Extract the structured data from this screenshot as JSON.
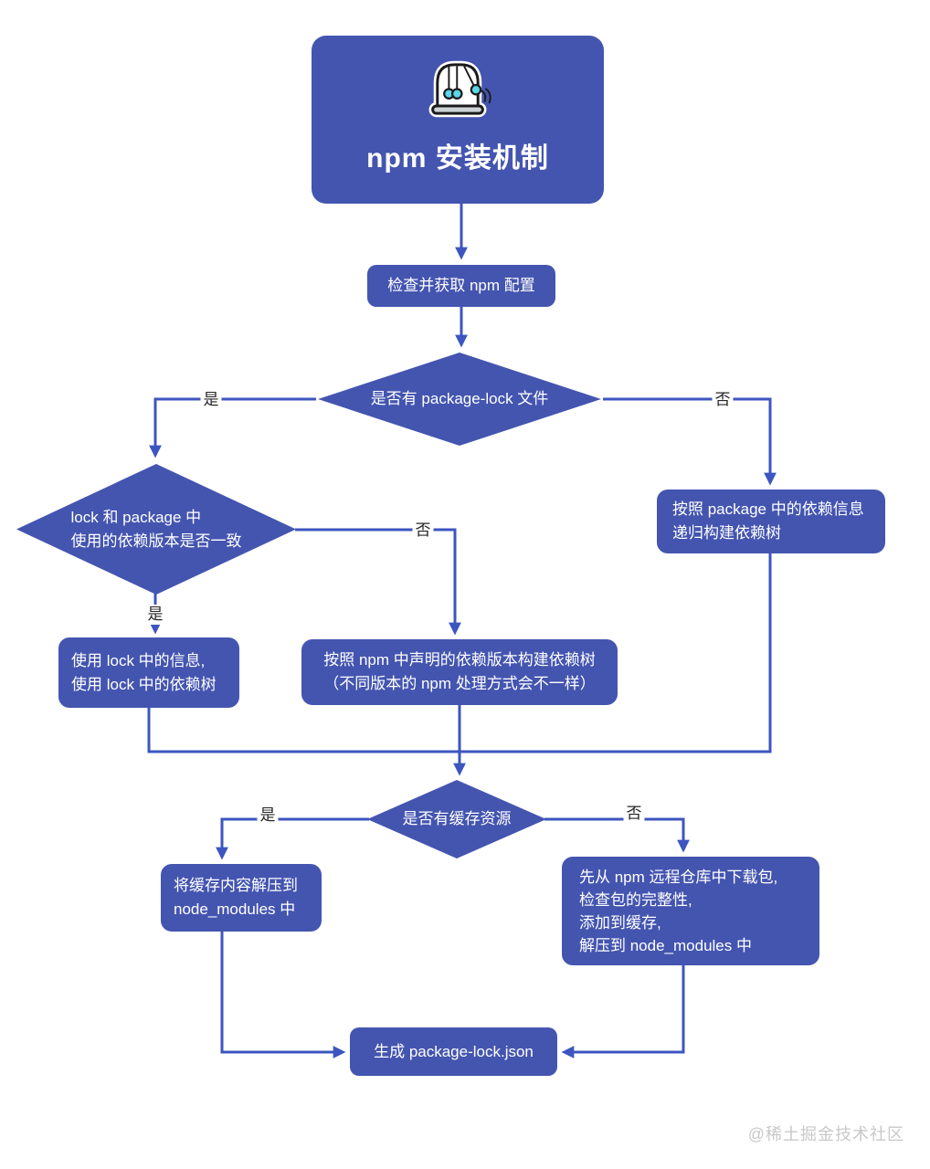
{
  "title": {
    "label": "npm 安装机制",
    "icon": "newtons-cradle-icon"
  },
  "nodes": {
    "check_config": {
      "label": "检查并获取 npm 配置"
    },
    "has_package_lock": {
      "label": "是否有 package-lock 文件"
    },
    "versions_match": {
      "lines": [
        "lock 和 package 中",
        "使用的依赖版本是否一致"
      ]
    },
    "build_from_package": {
      "lines": [
        "按照 package 中的依赖信息",
        "递归构建依赖树"
      ]
    },
    "use_lock_info": {
      "lines": [
        "使用 lock 中的信息,",
        "使用 lock 中的依赖树"
      ]
    },
    "build_from_npm": {
      "lines": [
        "按照 npm 中声明的依赖版本构建依赖树",
        "（不同版本的 npm 处理方式会不一样）"
      ]
    },
    "has_cache": {
      "label": "是否有缓存资源"
    },
    "unpack_cache": {
      "lines": [
        "将缓存内容解压到",
        "node_modules 中"
      ]
    },
    "download_package": {
      "lines": [
        "先从 npm 远程仓库中下载包,",
        "检查包的完整性,",
        "添加到缓存,",
        "解压到 node_modules 中"
      ]
    },
    "generate_lock": {
      "label": "生成 package-lock.json"
    }
  },
  "edge_labels": {
    "yes": "是",
    "no": "否"
  },
  "watermark": "@稀土掘金技术社区",
  "colors": {
    "node_fill": "#4455b0",
    "edge_line": "#3d55c0",
    "node_text": "#ffffff",
    "edge_label_text": "#262626",
    "background": "#ffffff",
    "icon_ball_cyan": "#5cd6e8",
    "icon_base_gray": "#ccd2d6",
    "watermark_gray": "#c8c8c8"
  }
}
